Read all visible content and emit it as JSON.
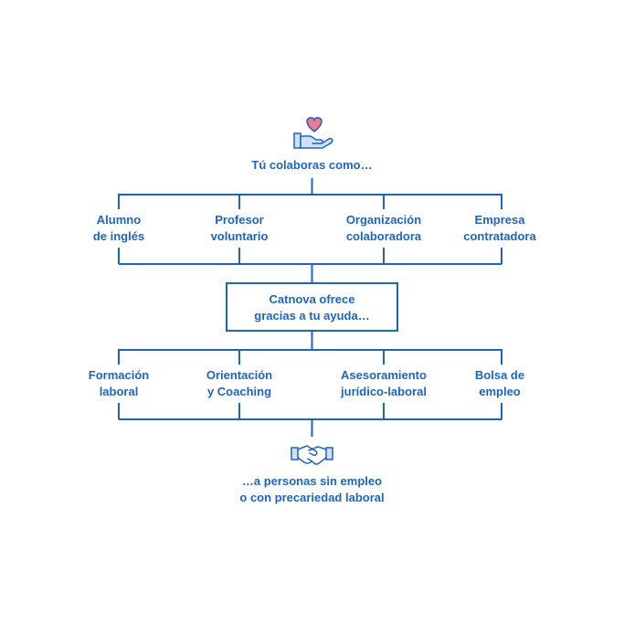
{
  "top_caption": "Tú colaboras como…",
  "roles": [
    {
      "line1": "Alumno",
      "line2": "de inglés"
    },
    {
      "line1": "Profesor",
      "line2": "voluntario"
    },
    {
      "line1": "Organización",
      "line2": "colaboradora"
    },
    {
      "line1": "Empresa",
      "line2": "contratadora"
    }
  ],
  "center_box": {
    "line1": "Catnova ofrece",
    "line2": "gracias a tu ayuda…"
  },
  "services": [
    {
      "line1": "Formación",
      "line2": "laboral"
    },
    {
      "line1": "Orientación",
      "line2": "y Coaching"
    },
    {
      "line1": "Asesoramiento",
      "line2": "jurídico-laboral"
    },
    {
      "line1": "Bolsa de",
      "line2": "empleo"
    }
  ],
  "bottom_caption": {
    "line1": "…a personas sin empleo",
    "line2": "o con precariedad laboral"
  },
  "colors": {
    "accent": "#1a65c9",
    "heart": "#f07a8a",
    "icon_fill": "#cfe0f7"
  },
  "icons": {
    "top": "hand-heart-icon",
    "bottom": "handshake-icon"
  }
}
